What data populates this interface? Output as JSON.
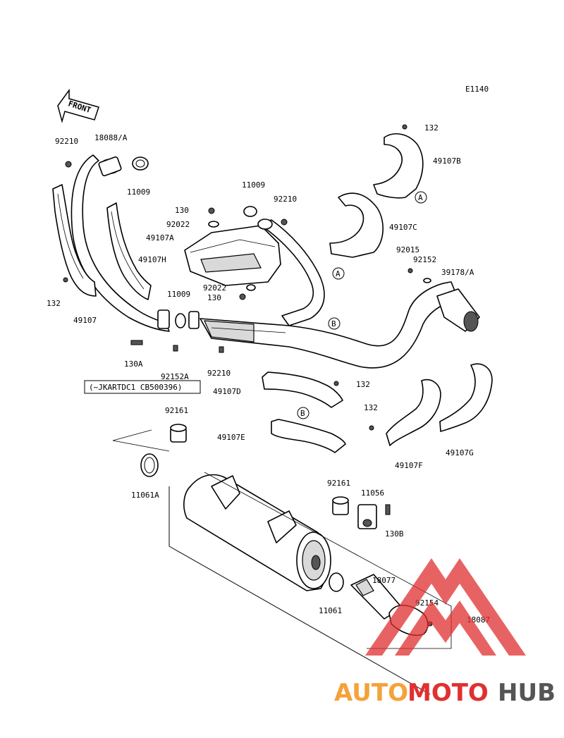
{
  "diagram_code": "E1140",
  "front_label": "FRONT",
  "callout_letters": [
    "A",
    "A",
    "B",
    "B"
  ],
  "note": "(~JKARTDC1 CB500396)",
  "part_labels": {
    "p92210_a": "92210",
    "p18088a": "18088/A",
    "p11009_a": "11009",
    "p49107a": "49107A",
    "p49107": "49107",
    "p132_a": "132",
    "p130": "130",
    "p92022_a": "92022",
    "p49107h": "49107H",
    "p11009_b": "11009",
    "p92210_b": "92210",
    "p92022_b": "92022",
    "p130_b": "130",
    "p11009_c": "11009",
    "p130a": "130A",
    "p92152a": "92152A",
    "p92210_c": "92210",
    "p132_b": "132",
    "p49107b": "49107B",
    "p49107c": "49107C",
    "p92015": "92015",
    "p92152": "92152",
    "p39178a": "39178/A",
    "p49107d": "49107D",
    "p132_c": "132",
    "p132_d": "132",
    "p49107e": "49107E",
    "p49107f": "49107F",
    "p49107g": "49107G",
    "p92161_a": "92161",
    "p11061a": "11061A",
    "p92161_b": "92161",
    "p11056": "11056",
    "p130b": "130B",
    "p18077": "18077",
    "p11061": "11061",
    "p92154": "92154",
    "p18087": "18087"
  },
  "watermark": {
    "auto": "AUTO",
    "moto": "MOTO",
    "hub": "HUB",
    "colors": {
      "orange": "#f4a23a",
      "red": "#e03030",
      "gray": "#555555"
    }
  }
}
